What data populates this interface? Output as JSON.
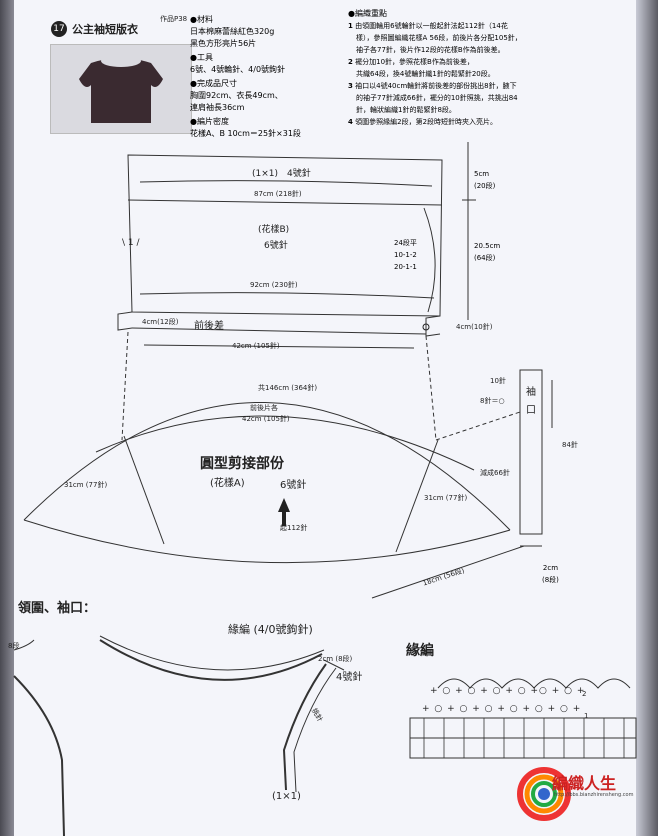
{
  "header": {
    "number": "17",
    "title": "公主袖短版衣",
    "tag": "作品P38"
  },
  "materials": {
    "materials_title": "●材料",
    "materials_lines": [
      "日本棉麻蕾絲紅色320g",
      "黑色方形亮片56片"
    ],
    "tools_title": "●工具",
    "tools_line": "6號、4號輪針、4/0號鉤針",
    "size_title": "●完成品尺寸",
    "size_lines": [
      "胸圍92cm、衣長49cm、",
      "連肩袖長36cm"
    ],
    "gauge_title": "●編片密度",
    "gauge_line": "花樣A、B 10cm＝25針×31段"
  },
  "notes": {
    "title": "●編織重點",
    "items": [
      {
        "num": "1",
        "lines": [
          "由領圍輪用6號輪針以一般起針法起112針（14花",
          "樣），參照圖編織花樣A 56段，前後片各分配105針，",
          "袖子各77針，後片作12段的花樣B作為前後差。"
        ]
      },
      {
        "num": "2",
        "lines": [
          "襬分加10針，參照花樣B作為前後差，",
          "共織64段，換4號輪針織1針的鬆緊針20段。"
        ]
      },
      {
        "num": "3",
        "lines": [
          "袖口以4號40cm輪針將前後差的部份挑出8針，腋下",
          "的袖子77針減成66針，襬分的10針照挑，共挑出84",
          "針，輪狀編織1針的鬆緊針8段。"
        ]
      },
      {
        "num": "4",
        "lines": [
          "領圍參照緣編2段，第2段時短針時夾入亮片。"
        ]
      }
    ]
  },
  "body_diagram": {
    "rib_label": "(1×1)　4號針",
    "rib_width": "87cm (218針)",
    "pattern_label": "(花樣B)",
    "needle_label": "6號針",
    "hem_width": "92cm (230針)",
    "increase_rule": [
      "24段平",
      "10-1-2",
      "20-1-1"
    ],
    "rib_height": [
      "5cm",
      "(20段)"
    ],
    "body_height": [
      "20.5cm",
      "(64段)"
    ],
    "left_increase": "4cm(12段)",
    "ease_label": "前後差",
    "right_increase": "4cm(10針)",
    "bottom_width": "42cm (105針)",
    "side_mark": "\\ 1 /"
  },
  "yoke_diagram": {
    "total": "共146cm (364針)",
    "front_back_label": "前後片各",
    "front_back": "42cm (105針)",
    "title": "圓型剪接部份",
    "pattern": "(花樣A)",
    "needle": "6號針",
    "left_sleeve": "31cm (77針)",
    "right_sleeve": "31cm (77針)",
    "cast_on": "起112針",
    "height": "18cm (56段)"
  },
  "sleeve_diagram": {
    "label": "袖口",
    "top_stitches": "10針",
    "side_stitches": "8針＝○",
    "total_stitches": "84針",
    "decrease": "減成66針",
    "height": [
      "2cm",
      "(8段)"
    ]
  },
  "neck_section": {
    "title": "領圍、袖口：",
    "edging": "緣編 (4/0號鉤針)",
    "rows": "2cm (8段)",
    "needle": "4號針",
    "pick": "挑針",
    "rib": "(1×1)",
    "left_fragment": "8段"
  },
  "edging_chart": {
    "title": "緣編",
    "row1": "+ ○ + ○ + ○ + ○ +○ + ○ +",
    "row2": "+ ○ + ○ + ○ + ○ + ○ + ○ +",
    "superscript": "2",
    "subscript": "1"
  },
  "logo": {
    "text": "編織人生",
    "url": "http://bbs.bianzhirensheng.com"
  }
}
